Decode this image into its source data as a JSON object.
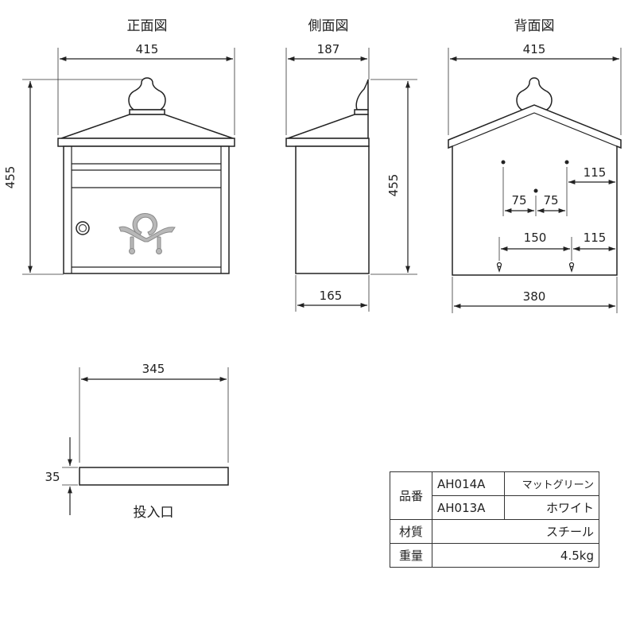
{
  "views": {
    "front": {
      "title": "正面図",
      "width": "415",
      "height": "455"
    },
    "side": {
      "title": "側面図",
      "top_width": "187",
      "height": "455",
      "bottom_width": "165"
    },
    "back": {
      "title": "背面図",
      "width": "415",
      "hole_right": "115",
      "hole_left_gap": "75",
      "hole_right_gap": "75",
      "hook_spacing": "150",
      "hook_right": "115",
      "base_width": "380"
    },
    "slot": {
      "title": "投入口",
      "width": "345",
      "height": "35"
    }
  },
  "spec_table": {
    "product_label": "品番",
    "model_1": {
      "code": "AH014A",
      "color": "マットグリーン"
    },
    "model_2": {
      "code": "AH013A",
      "color": "ホワイト"
    },
    "material_label": "材質",
    "material_value": "スチール",
    "weight_label": "重量",
    "weight_value": "4.5kg"
  }
}
